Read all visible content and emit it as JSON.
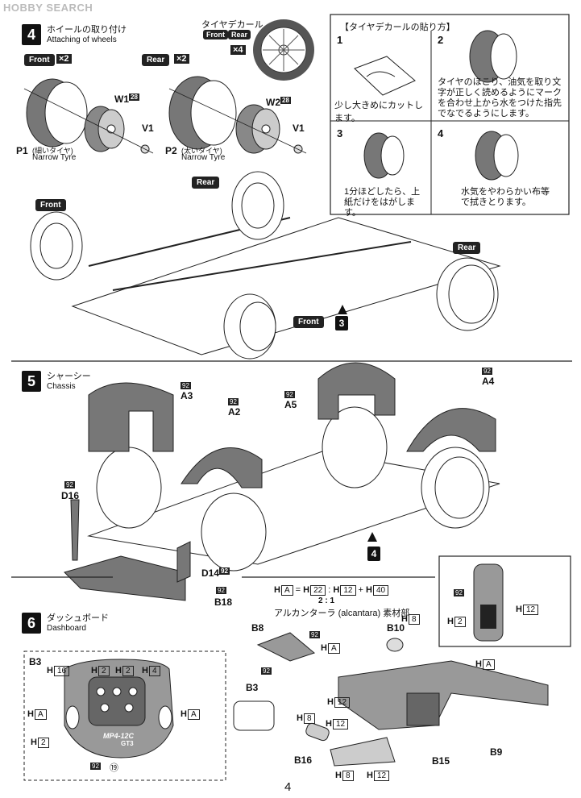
{
  "watermark": "HOBBY SEARCH",
  "page_number": "4",
  "step4": {
    "number": "4",
    "title_jp": "ホイールの取り付け",
    "title_en": "Attaching of wheels",
    "front_label": "Front",
    "front_qty": "×2",
    "rear_label": "Rear",
    "rear_qty": "×2",
    "tire_decal_title": "タイヤデカール",
    "tire_decal_front": "Front",
    "tire_decal_rear": "Rear",
    "tire_decal_qty": "×4",
    "p1_label": "P1",
    "p1_jp": "(細いタイヤ)",
    "p1_en": "Narrow Tyre",
    "p2_label": "P2",
    "p2_jp": "(太いタイヤ)",
    "p2_en": "Narrow Tyre",
    "w1_label": "W1",
    "w1_num": "28",
    "w2_label": "W2",
    "w2_num": "28",
    "v1_label_a": "V1",
    "v1_label_b": "V1",
    "chassis_rear_top": "Rear",
    "chassis_front_left": "Front",
    "chassis_rear_right": "Rear",
    "chassis_front_bottom": "Front",
    "ref_step": "3"
  },
  "decal_guide": {
    "title": "【タイヤデカールの貼り方】",
    "steps": [
      {
        "num": "1",
        "text": "少し大きめにカットします。"
      },
      {
        "num": "2",
        "text": "タイヤのほこり、油気を取り文字が正しく読めるようにマークを合わせ上から水をつけた指先でなでるようにします。"
      },
      {
        "num": "3",
        "text": "1分ほどしたら、上紙だけをはがします。"
      },
      {
        "num": "4",
        "text": "水気をやわらかい布等で拭きとります。"
      }
    ]
  },
  "step5": {
    "number": "5",
    "title_jp": "シャーシー",
    "title_en": "Chassis",
    "a3": "A3",
    "a3_num": "92",
    "a2": "A2",
    "a2_num": "92",
    "a5": "A5",
    "a5_num": "92",
    "a4": "A4",
    "a4_num": "92",
    "d16": "D16",
    "d16_num": "92",
    "d14": "D14",
    "d14_num": "92",
    "b18": "B18",
    "b18_num": "92",
    "ref_step": "4"
  },
  "step6": {
    "number": "6",
    "title_jp": "ダッシュボード",
    "title_en": "Dashboard",
    "color_formula": {
      "h_a": "A",
      "h_22": "22",
      "h_12": "12",
      "h_40": "40",
      "ratio": "2 : 1",
      "note": "アルカンターラ (alcantara) 素材部"
    },
    "b3": "B3",
    "b3_small": "B3",
    "b8": "B8",
    "b10": "B10",
    "b16": "B16",
    "b15": "B15",
    "b9": "B9",
    "wheel_text": "MP4-12C",
    "wheel_sub": "GT3",
    "paint": {
      "h16": "16",
      "h2": "2",
      "h4": "4",
      "ha": "A",
      "h8": "8",
      "h12": "12",
      "n92": "92",
      "n19": "⑲"
    }
  }
}
